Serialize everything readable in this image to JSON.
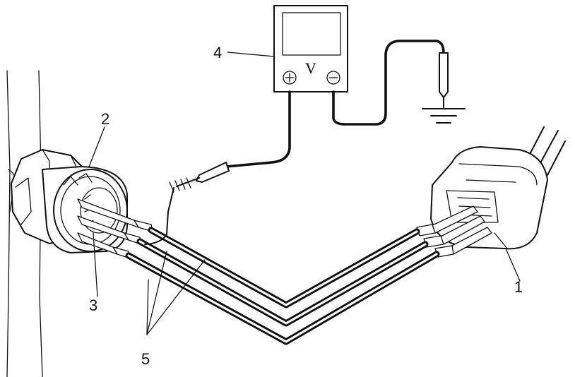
{
  "meter": {
    "unit_symbol": "V",
    "positive_terminal": "⊕",
    "negative_terminal": "⊖"
  },
  "callouts": [
    "1",
    "2",
    "3",
    "4",
    "5"
  ],
  "icons": [
    "voltmeter-icon",
    "ground-symbol-icon",
    "test-probe-icon",
    "ground-probe-icon"
  ],
  "colors": {
    "ink": "#111111",
    "background": "#ffffff"
  }
}
